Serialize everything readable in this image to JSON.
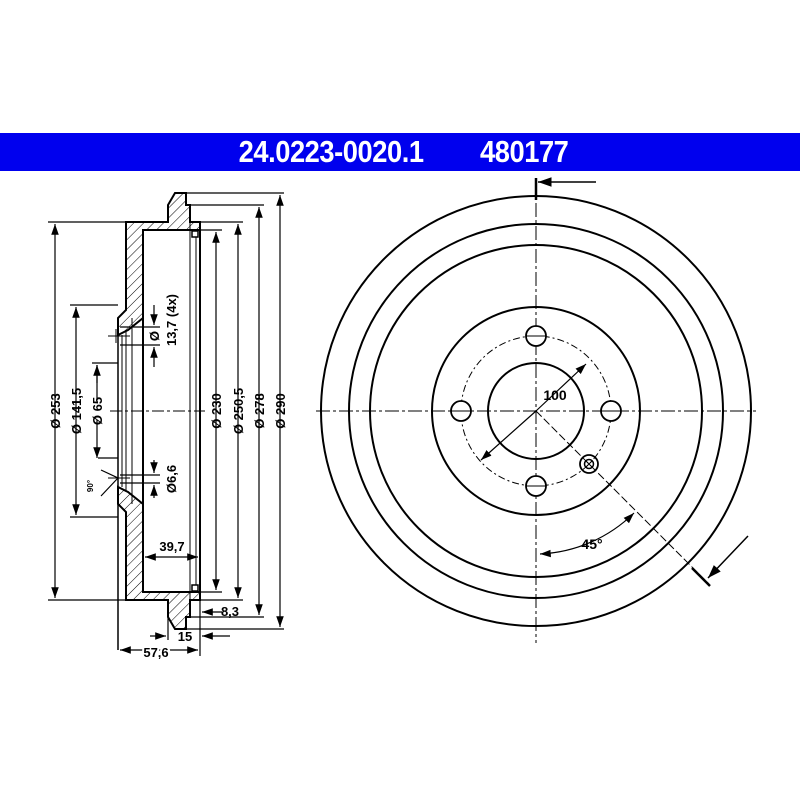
{
  "header": {
    "part_number": "24.0223-0020.1",
    "reference_number": "480177",
    "background_color": "#0000ee",
    "text_color": "#ffffff"
  },
  "side_view": {
    "dimensions": {
      "d253": "Ø 253",
      "d141_5": "Ø 141,5",
      "d65": "Ø 65",
      "d230": "Ø 230",
      "d250_5": "Ø 250,5",
      "d278": "Ø 278",
      "d290": "Ø 290",
      "bolt_hole": "Ø",
      "bolt_hole_size": "13,7 (4x)",
      "small_hole": "Ø6,6",
      "countersink_angle": "90°",
      "inner_depth": "39,7",
      "rim_offset": "8,3",
      "flange_width": "15",
      "total_depth": "57,6"
    }
  },
  "front_view": {
    "dimensions": {
      "bolt_circle": "100",
      "angle": "45°"
    }
  }
}
